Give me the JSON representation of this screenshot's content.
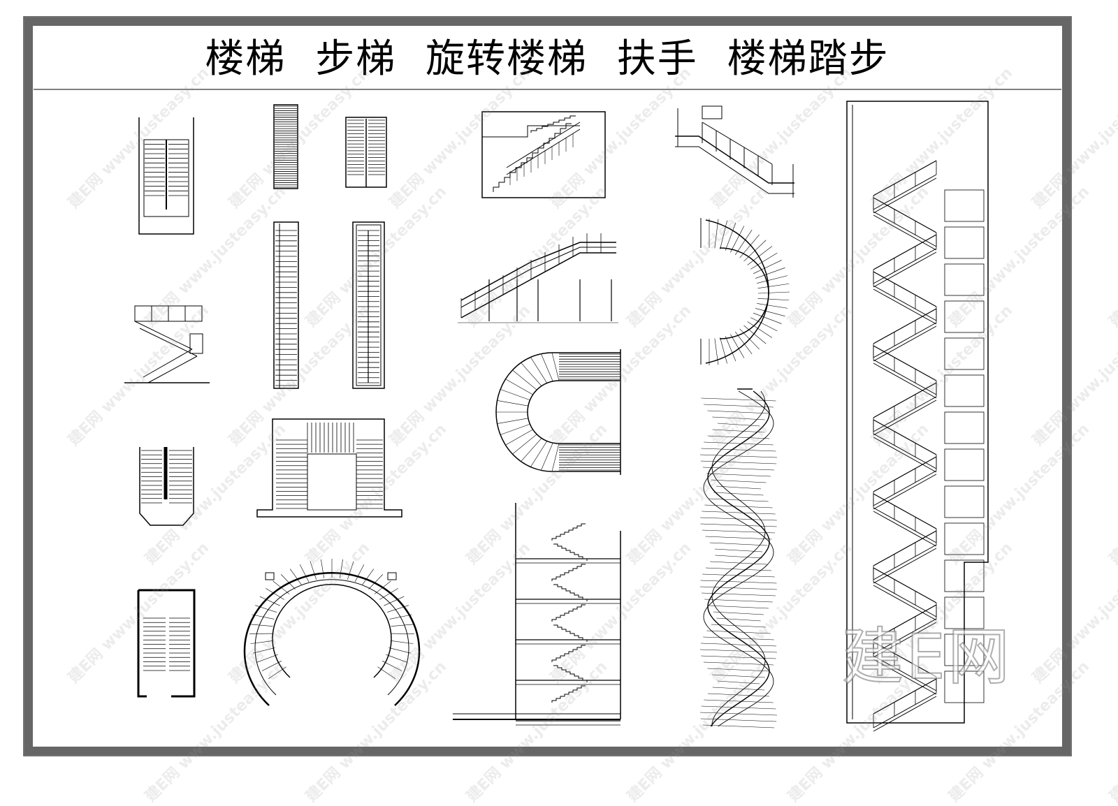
{
  "sheet": {
    "title": "楼梯 步梯 旋转楼梯 扶手 楼梯踏步",
    "frame_color": "#666666",
    "line_color": "#000000"
  },
  "watermark": {
    "text": "建E网 www.justeasy.cn",
    "logo": "建E网"
  },
  "drawings": [
    "stair-plan-double-run",
    "stair-plan-narrow",
    "stair-plan-double",
    "stair-section-railing",
    "stair-elevation-railing",
    "stair-tower-section",
    "stair-isometric",
    "stair-plan-long-1",
    "stair-plan-long-2",
    "railing-elevation",
    "spiral-stair-half",
    "spiral-stair-u",
    "stair-plan-chamfer",
    "stair-plan-u-shape",
    "stair-building-section",
    "helical-stair",
    "stair-plan-fire",
    "circular-stair-plan"
  ]
}
